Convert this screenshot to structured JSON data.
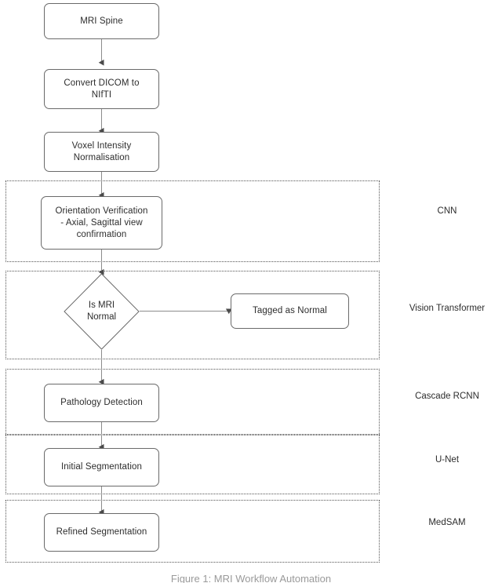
{
  "diagram": {
    "title_caption": "Figure 1: MRI Workflow Automation",
    "nodes": [
      {
        "id": "mri-spine",
        "label": "MRI Spine",
        "shape": "rounded-rect"
      },
      {
        "id": "convert-dicom",
        "label": "Convert DICOM to NIfTI",
        "shape": "rounded-rect"
      },
      {
        "id": "voxel-normalisation",
        "label": "Voxel Intensity Normalisation",
        "shape": "rounded-rect"
      },
      {
        "id": "orientation-verification",
        "label": "Orientation Verification - Axial, Sagittal view confirmation",
        "shape": "rounded-rect"
      },
      {
        "id": "is-mri-normal",
        "label": "Is MRI Normal",
        "shape": "diamond"
      },
      {
        "id": "tagged-as-normal",
        "label": "Tagged as Normal",
        "shape": "rounded-rect"
      },
      {
        "id": "pathology-detection",
        "label": "Pathology Detection",
        "shape": "rounded-rect"
      },
      {
        "id": "initial-segmentation",
        "label": "Initial Segmentation",
        "shape": "rounded-rect"
      },
      {
        "id": "refined-segmentation",
        "label": "Refined Segmentation",
        "shape": "rounded-rect"
      }
    ],
    "node_text": {
      "mri_spine": "MRI Spine",
      "convert_dicom_line1": "Convert DICOM to",
      "convert_dicom_line2": "NIfTI",
      "voxel_line1": "Voxel Intensity",
      "voxel_line2": "Normalisation",
      "orientation_line1": "Orientation Verification",
      "orientation_line2": "- Axial, Sagittal view",
      "orientation_line3": "confirmation",
      "decision_line1": "Is MRI",
      "decision_line2": "Normal",
      "tagged_as_normal": "Tagged as Normal",
      "pathology_detection": "Pathology Detection",
      "initial_segmentation": "Initial Segmentation",
      "refined_segmentation": "Refined Segmentation"
    },
    "stage_labels": [
      {
        "id": "stage-cnn",
        "text": "CNN"
      },
      {
        "id": "stage-vision-transformer",
        "text": "Vision Transformer"
      },
      {
        "id": "stage-cascade-rcnn",
        "text": "Cascade RCNN"
      },
      {
        "id": "stage-unet",
        "text": "U-Net"
      },
      {
        "id": "stage-medsam",
        "text": "MedSAM"
      }
    ],
    "stage_text": {
      "cnn": "CNN",
      "vision_transformer": "Vision Transformer",
      "cascade_rcnn": "Cascade RCNN",
      "unet": "U-Net",
      "medsam": "MedSAM"
    },
    "colors": {
      "node_border": "#6a6a6a",
      "node_fill": "#ffffff",
      "region_border": "#555555",
      "connector": "#8c8c8c",
      "text": "#2d2d2d",
      "background": "#ffffff"
    }
  }
}
